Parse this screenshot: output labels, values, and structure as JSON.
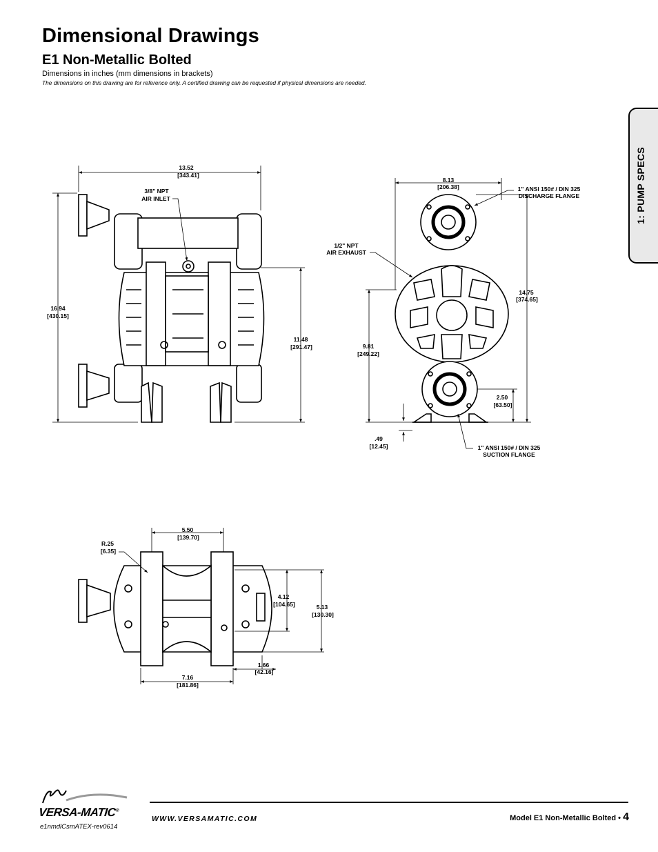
{
  "header": {
    "title": "Dimensional Drawings",
    "subtitle": "E1 Non-Metallic Bolted",
    "units_note": "Dimensions in inches (mm dimensions in brackets)",
    "reference_note": "The dimensions on this drawing are for reference only.  A certified drawing can be requested if physical dimensions are needed."
  },
  "side_tab": {
    "label": "1: PUMP SPECS"
  },
  "front_view": {
    "width_in": "13.52",
    "width_mm": "343.41",
    "height_in": "16.94",
    "height_mm": "430.15",
    "center_in": "11.48",
    "center_mm": "291.47",
    "air_inlet_1": "3/8\" NPT",
    "air_inlet_2": "AIR INLET"
  },
  "side_view": {
    "width_in": "8.13",
    "width_mm": "206.38",
    "discharge_1": "1\" ANSI 150# / DIN 325",
    "discharge_2": "DISCHARGE FLANGE",
    "exhaust_1": "1/2\" NPT",
    "exhaust_2": "AIR EXHAUST",
    "height_in": "14.75",
    "height_mm": "374.65",
    "exhaust_h_in": "9.81",
    "exhaust_h_mm": "249.22",
    "suction_h_in": "2.50",
    "suction_h_mm": "63.50",
    "base_in": ".49",
    "base_mm": "12.45",
    "suction_1": "1\" ANSI 150# / DIN 325",
    "suction_2": "SUCTION FLANGE"
  },
  "top_view": {
    "span_in": "5.50",
    "span_mm": "139.70",
    "radius_in": "R.25",
    "radius_mm": "6.35",
    "inner_in": "4.12",
    "inner_mm": "104.65",
    "outer_in": "5.13",
    "outer_mm": "130.30",
    "offset_in": "1.66",
    "offset_mm": "42.16",
    "base_in": "7.16",
    "base_mm": "181.86"
  },
  "footer": {
    "brand": "VERSA-MATIC",
    "brand_mark": "®",
    "url": "WWW.VERSAMATIC.COM",
    "model": "Model E1 Non-Metallic Bolted",
    "separator": "•",
    "page": "4",
    "doc_code": "e1nmdlCsmATEX-rev0614"
  }
}
